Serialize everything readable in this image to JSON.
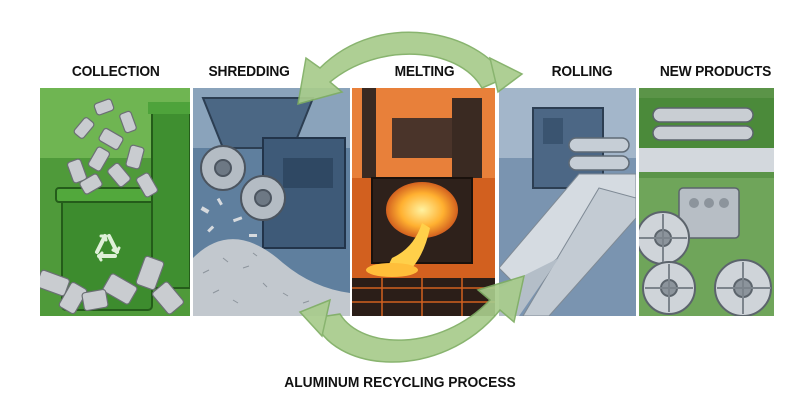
{
  "stages": [
    {
      "label": "COLLECTION"
    },
    {
      "label": "SHREDDING"
    },
    {
      "label": "MELTING"
    },
    {
      "label": "ROLLING"
    },
    {
      "label": "NEW PRODUCTS"
    }
  ],
  "footer": {
    "title": "ALUMINUM RECYCLING PROCESS"
  },
  "colors": {
    "arrow_green": "#a8cc8c",
    "collection_bg": "#4f9a3a",
    "shredding_bg": "#5f7f9e",
    "melting_bg": "#d2601f",
    "rolling_bg": "#7a94b0",
    "products_bg": "#6fa55a"
  },
  "icons": [
    "recycle-icon"
  ]
}
